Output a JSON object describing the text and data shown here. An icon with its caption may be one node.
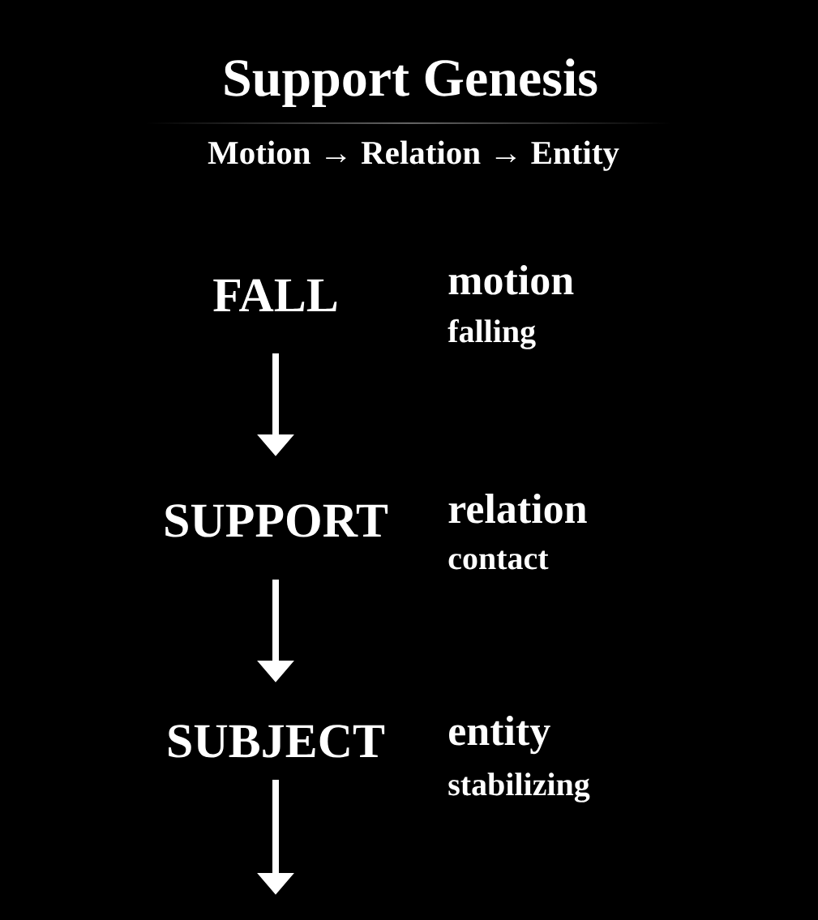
{
  "diagram": {
    "title": "Support Genesis",
    "nodes": [
      {
        "text": [
          "FALL"
        ],
        "beside": [
          "motion",
          "falling"
        ]
      },
      {
        "text": [
          "SUPPORT"
        ],
        "beside": [
          "relation",
          "contact"
        ]
      },
      {
        "text": [
          "SUBJECT"
        ],
        "beside": [
          "entity",
          "stabilizing"
        ]
      }
    ],
    "edges": [
      {
        "from": 0,
        "to": 1,
        "arrow": "to"
      },
      {
        "from": 1,
        "to": 2,
        "arrow": "to"
      },
      {
        "from": 2,
        "to": null,
        "arrow": "to"
      }
    ],
    "labels": [
      "Motion → Relation → Entity"
    ]
  }
}
